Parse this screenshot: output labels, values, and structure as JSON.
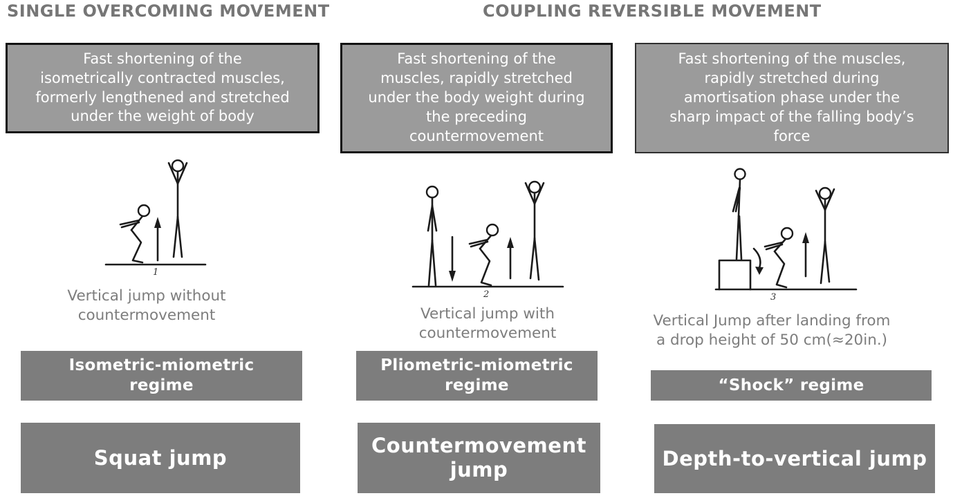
{
  "headers": {
    "left": "SINGLE OVERCOMING MOVEMENT",
    "right": "COUPLING REVERSIBLE MOVEMENT"
  },
  "colors": {
    "description_box_fill": "#9b9b9b",
    "description_box_border": "#121212",
    "solid_box_fill": "#7d7d7d",
    "header_text": "#767676",
    "caption_text": "#7d7d7d",
    "box_text": "#ffffff",
    "figure_stroke": "#1b1b1b"
  },
  "columns": [
    {
      "description": "Fast shortening of the\nisometrically contracted muscles,\nformerly lengthened and stretched\nunder the weight of body",
      "figure_number": "1",
      "caption": "Vertical jump without\ncountermovement",
      "regime_label": "Isometric-miometric\nregime",
      "jump_label": "Squat jump"
    },
    {
      "description": "Fast shortening of the\nmuscles, rapidly stretched\nunder the body weight during\nthe preceding\ncountermovement",
      "figure_number": "2",
      "caption": "Vertical jump with\ncountermovement",
      "regime_label": "Pliometric-miometric\nregime",
      "jump_label": "Countermovement\njump"
    },
    {
      "description": "Fast shortening of the muscles,\nrapidly stretched during\namortisation phase under the\nsharp impact of the falling body’s\nforce",
      "figure_number": "3",
      "caption": "Vertical Jump after landing from\na drop height of 50 cm(≈20in.)",
      "regime_label": "“Shock” regime",
      "jump_label": "Depth-to-vertical jump"
    }
  ]
}
